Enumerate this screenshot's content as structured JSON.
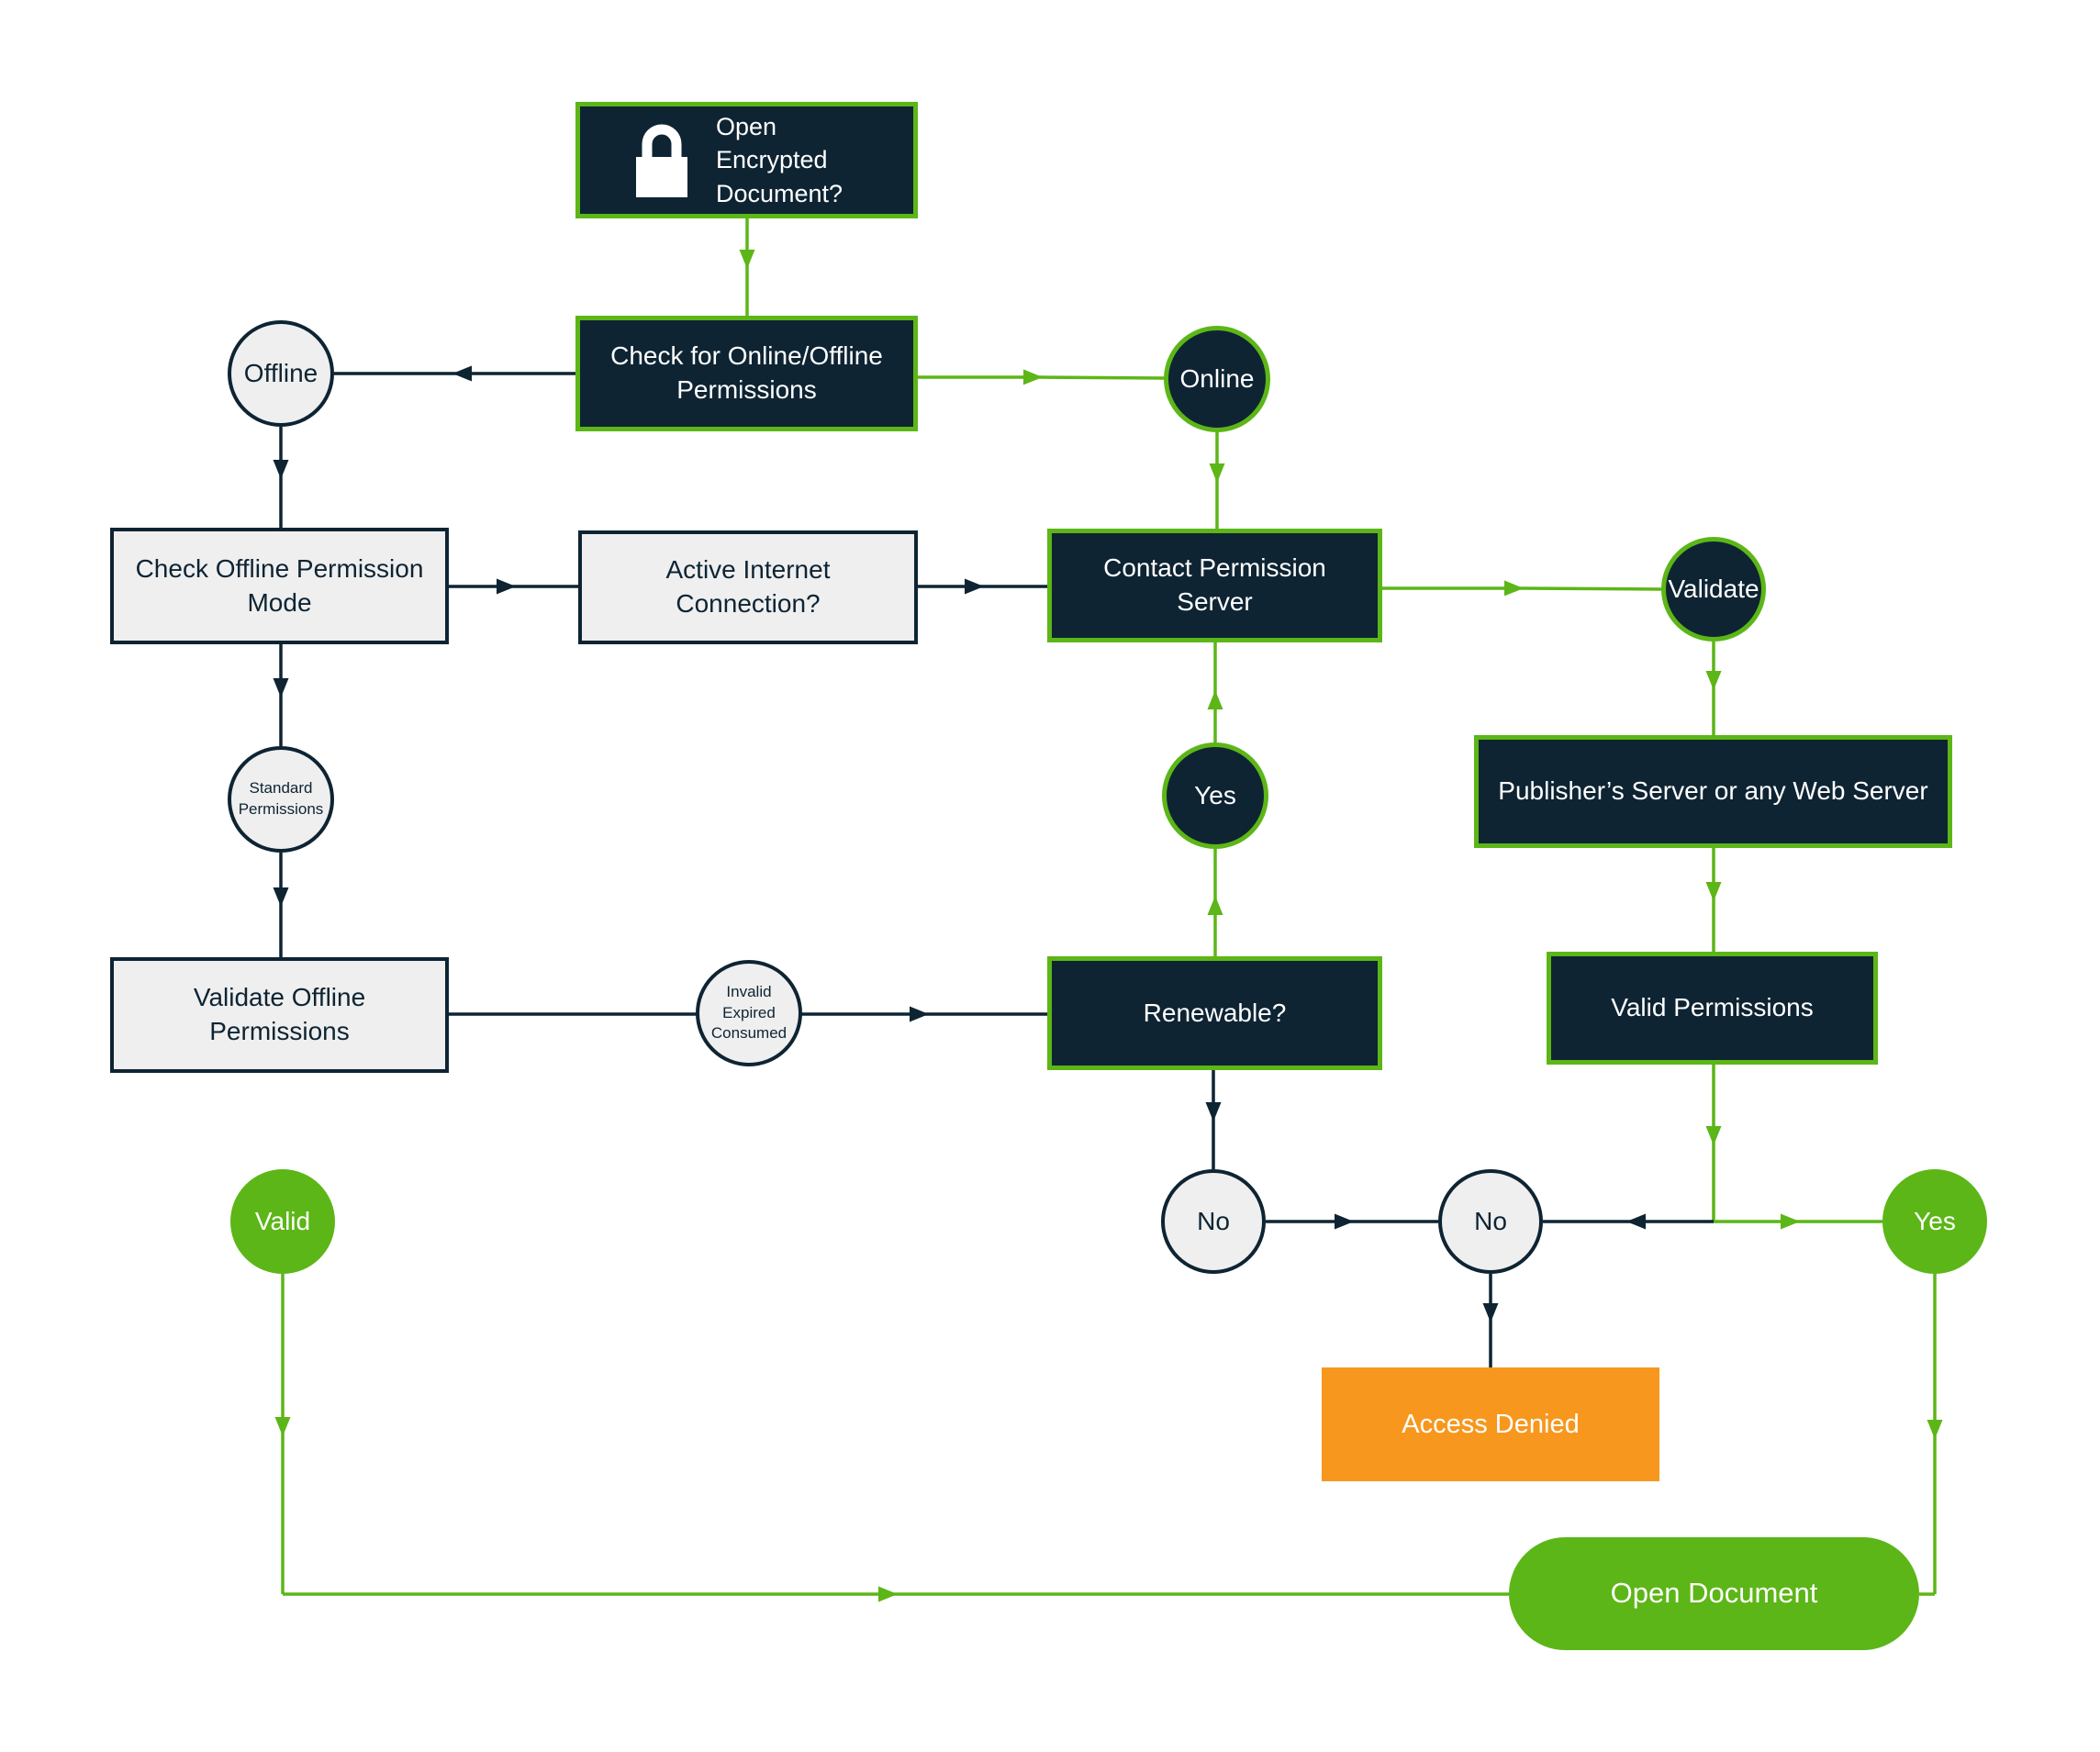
{
  "diagram": {
    "background": "#FFFFFF",
    "colors": {
      "navy": "#0E2433",
      "green": "#5CB617",
      "light_gray": "#EFEFEF",
      "orange": "#F7971D",
      "white": "#FFFFFF"
    },
    "nodes": {
      "open_encrypted": {
        "label": "Open Encrypted Document?",
        "shape": "rectangle",
        "fill": "navy",
        "border": "green",
        "icon": "lock-icon"
      },
      "check_online_offline": {
        "label": "Check for Online/Offline Permissions",
        "shape": "rectangle",
        "fill": "navy",
        "border": "green"
      },
      "offline": {
        "label": "Offline",
        "shape": "circle",
        "fill": "light_gray",
        "border": "navy"
      },
      "online": {
        "label": "Online",
        "shape": "circle",
        "fill": "navy",
        "border": "green"
      },
      "check_offline_mode": {
        "label": "Check Offline Permission Mode",
        "shape": "rectangle",
        "fill": "light_gray",
        "border": "navy"
      },
      "active_internet": {
        "label": "Active Internet Connection?",
        "shape": "rectangle",
        "fill": "light_gray",
        "border": "navy"
      },
      "contact_server": {
        "label": "Contact Permission Server",
        "shape": "rectangle",
        "fill": "navy",
        "border": "green"
      },
      "validate": {
        "label": "Validate",
        "shape": "circle",
        "fill": "navy",
        "border": "green"
      },
      "standard_permissions": {
        "label": "Standard Permissions",
        "shape": "circle",
        "fill": "light_gray",
        "border": "navy"
      },
      "yes_mid": {
        "label": "Yes",
        "shape": "circle",
        "fill": "navy",
        "border": "green"
      },
      "publishers_server": {
        "label": "Publisher’s Server or any Web Server",
        "shape": "rectangle",
        "fill": "navy",
        "border": "green"
      },
      "validate_offline": {
        "label": "Validate Offline Permissions",
        "shape": "rectangle",
        "fill": "light_gray",
        "border": "navy"
      },
      "invalid_expired_consumed": {
        "label": "Invalid Expired Consumed",
        "shape": "circle",
        "fill": "light_gray",
        "border": "navy"
      },
      "renewable": {
        "label": "Renewable?",
        "shape": "rectangle",
        "fill": "navy",
        "border": "green"
      },
      "valid_permissions": {
        "label": "Valid Permissions",
        "shape": "rectangle",
        "fill": "navy",
        "border": "green"
      },
      "valid_green": {
        "label": "Valid",
        "shape": "circle",
        "fill": "green"
      },
      "no_1": {
        "label": "No",
        "shape": "circle",
        "fill": "light_gray",
        "border": "navy"
      },
      "no_2": {
        "label": "No",
        "shape": "circle",
        "fill": "light_gray",
        "border": "navy"
      },
      "yes_green": {
        "label": "Yes",
        "shape": "circle",
        "fill": "green"
      },
      "access_denied": {
        "label": "Access Denied",
        "shape": "rectangle",
        "fill": "orange"
      },
      "open_document": {
        "label": "Open Document",
        "shape": "pill",
        "fill": "green"
      }
    },
    "edges": [
      {
        "from": "open_encrypted",
        "to": "check_online_offline",
        "color": "green"
      },
      {
        "from": "check_online_offline",
        "to": "offline",
        "color": "navy"
      },
      {
        "from": "check_online_offline",
        "to": "online",
        "color": "green"
      },
      {
        "from": "offline",
        "to": "check_offline_mode",
        "color": "navy"
      },
      {
        "from": "online",
        "to": "contact_server",
        "color": "green"
      },
      {
        "from": "check_offline_mode",
        "to": "active_internet",
        "color": "navy"
      },
      {
        "from": "active_internet",
        "to": "contact_server",
        "color": "navy"
      },
      {
        "from": "contact_server",
        "to": "validate",
        "color": "green"
      },
      {
        "from": "validate",
        "to": "publishers_server",
        "color": "green"
      },
      {
        "from": "check_offline_mode",
        "to": "standard_permissions",
        "color": "navy"
      },
      {
        "from": "standard_permissions",
        "to": "validate_offline",
        "color": "navy"
      },
      {
        "from": "validate_offline",
        "to": "renewable",
        "color": "navy",
        "via": "invalid_expired_consumed"
      },
      {
        "from": "renewable",
        "to": "yes_mid",
        "color": "green"
      },
      {
        "from": "yes_mid",
        "to": "contact_server",
        "color": "green"
      },
      {
        "from": "publishers_server",
        "to": "valid_permissions",
        "color": "green"
      },
      {
        "from": "renewable",
        "to": "no_1",
        "color": "navy"
      },
      {
        "from": "no_1",
        "to": "no_2",
        "color": "navy"
      },
      {
        "from": "valid_permissions",
        "to": "junction",
        "color": "green"
      },
      {
        "from": "junction",
        "to": "no_2",
        "color": "navy"
      },
      {
        "from": "junction",
        "to": "yes_green",
        "color": "green"
      },
      {
        "from": "no_2",
        "to": "access_denied",
        "color": "navy"
      },
      {
        "from": "yes_green",
        "to": "open_document",
        "color": "green"
      },
      {
        "from": "valid_green",
        "to": "open_document",
        "color": "green"
      }
    ]
  }
}
